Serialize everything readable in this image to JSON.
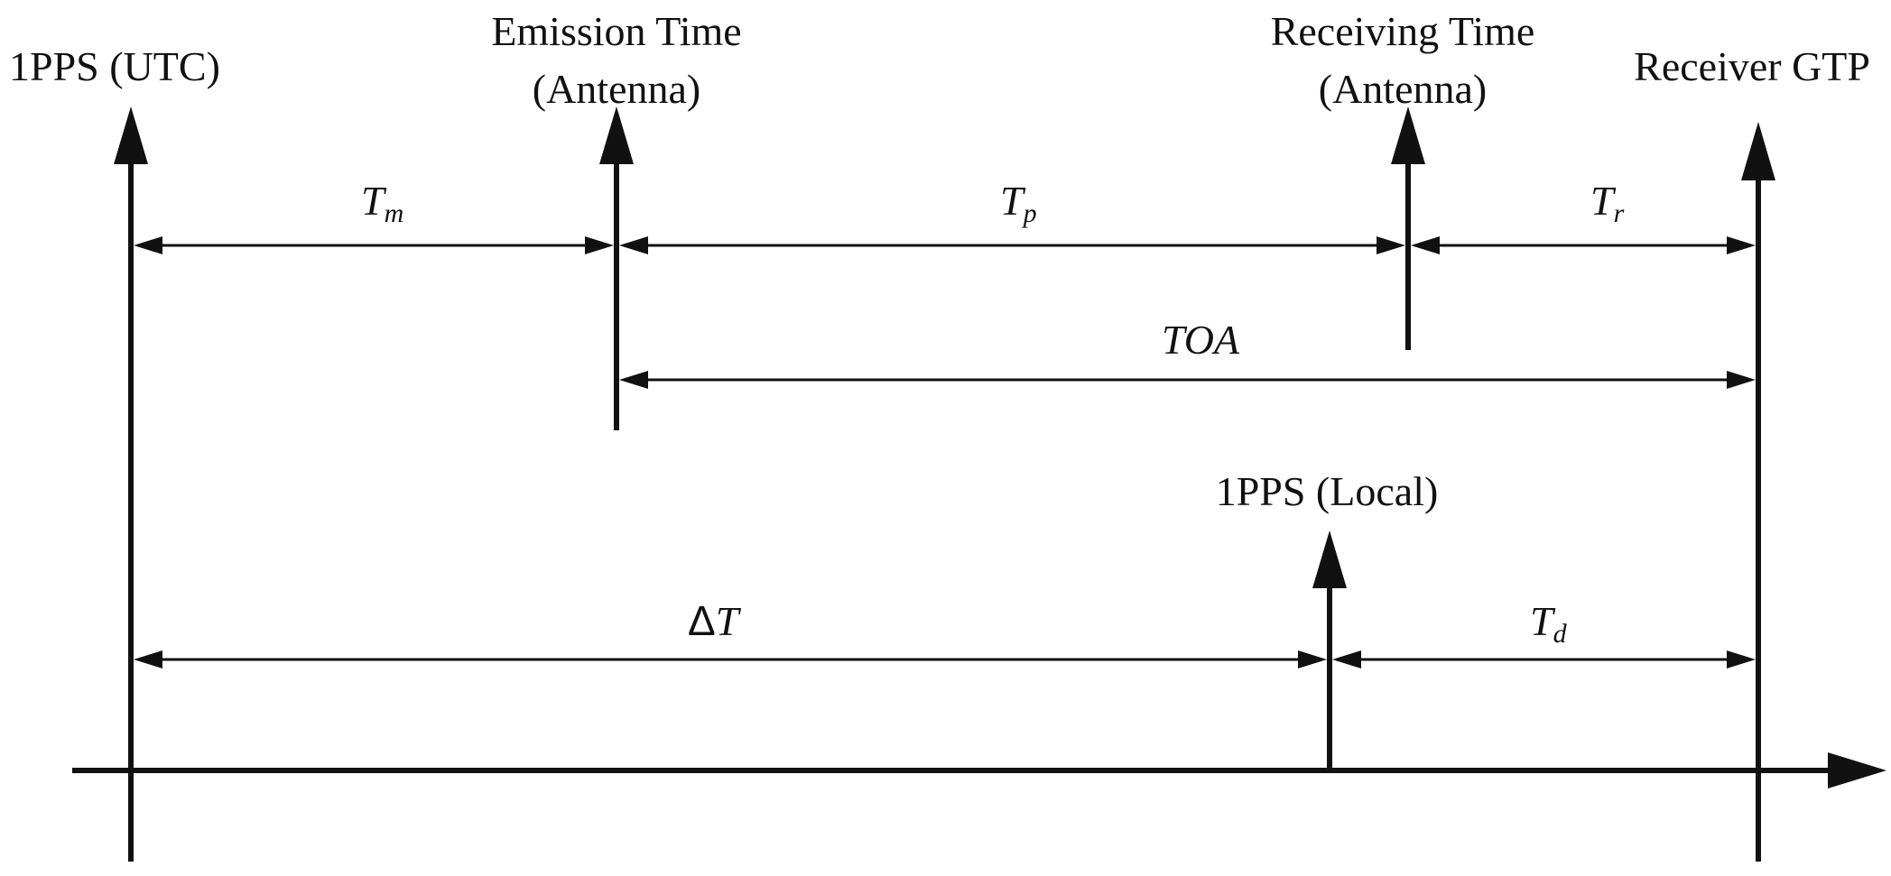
{
  "colors": {
    "ink": "#111111",
    "background": "#ffffff"
  },
  "markers": {
    "utc_1pps": {
      "label_line1": "1PPS (UTC)"
    },
    "emission": {
      "label_line1": "Emission Time",
      "label_line2": "(Antenna)"
    },
    "receiving": {
      "label_line1": "Receiving Time",
      "label_line2": "(Antenna)"
    },
    "receiver_gtp": {
      "label_line1": "Receiver GTP"
    },
    "local_1pps": {
      "label_line1": "1PPS (Local)"
    }
  },
  "intervals": {
    "tm": {
      "symbol": "T",
      "subscript": "m"
    },
    "tp": {
      "symbol": "T",
      "subscript": "p"
    },
    "tr": {
      "symbol": "T",
      "subscript": "r"
    },
    "toa": {
      "symbol": "TOA"
    },
    "delta_t": {
      "delta": "Δ",
      "symbol": "T"
    },
    "td": {
      "symbol": "T",
      "subscript": "d"
    }
  }
}
